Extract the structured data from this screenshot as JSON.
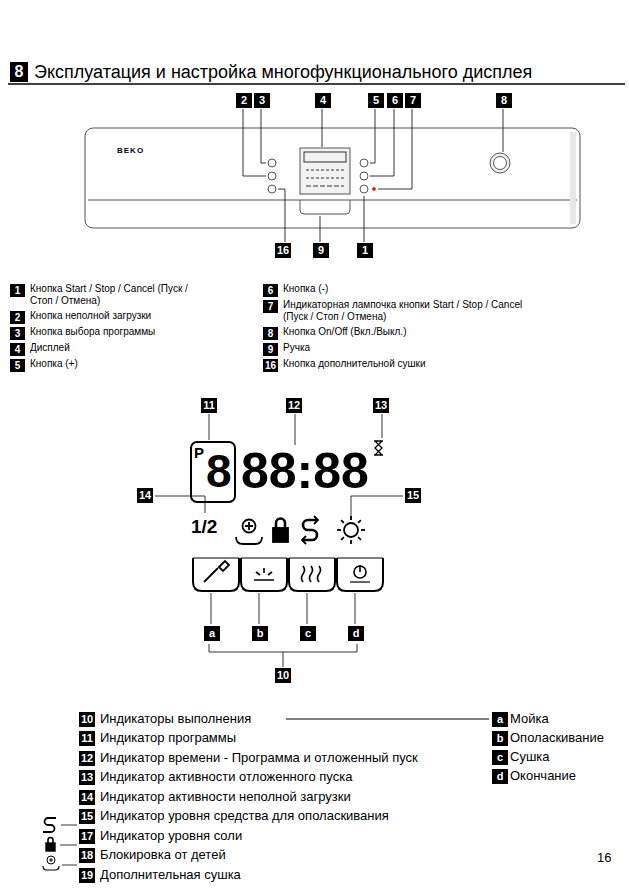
{
  "diagram": {
    "title": "Эксплуатация и настройка многофункционального дисплея",
    "labels": [
      "8",
      "2",
      "3",
      "4",
      "5",
      "6",
      "7",
      "8",
      "16",
      "9",
      "1",
      "1",
      "Кнопка Start / Stop / Cancel (Пуск / Стоп / Отмена)",
      "2",
      "Кнопка неполной загрузки",
      "3",
      "Кнопка выбора программы",
      "4",
      "Дисплей",
      "5",
      "Кнопка (+)",
      "6",
      "Кнопка (-)",
      "7",
      "Индикаторная лампочка кнопки Start / Stop / Cancel (Пуск / Стоп / Отмена)",
      "8",
      "Кнопка On/Off (Вкл./Выкл.)",
      "9",
      "Ручка",
      "16",
      "Кнопка дополнительной сушки",
      "11",
      "12",
      "13",
      "14",
      "15",
      "a",
      "b",
      "c",
      "d",
      "10",
      "P",
      "8",
      "88:88",
      "1/2",
      "10",
      "Индикаторы выполнения",
      "a",
      "Мойка",
      "b",
      "Ополаскивание",
      "c",
      "Сушка",
      "d",
      "Окончание",
      "11",
      "Индикатор программы",
      "12",
      "Индикатор времени - Программа и отложенный пуск",
      "13",
      "Индикатор активности отложенного пуска",
      "14",
      "Индикатор активности неполной загрузки",
      "15",
      "Индикатор уровня средства для ополаскивания",
      "17",
      "Индикатор уровня соли",
      "18",
      "Блокировка от детей",
      "19",
      "Дополнительная сушка",
      "16",
      "BEKO"
    ]
  }
}
